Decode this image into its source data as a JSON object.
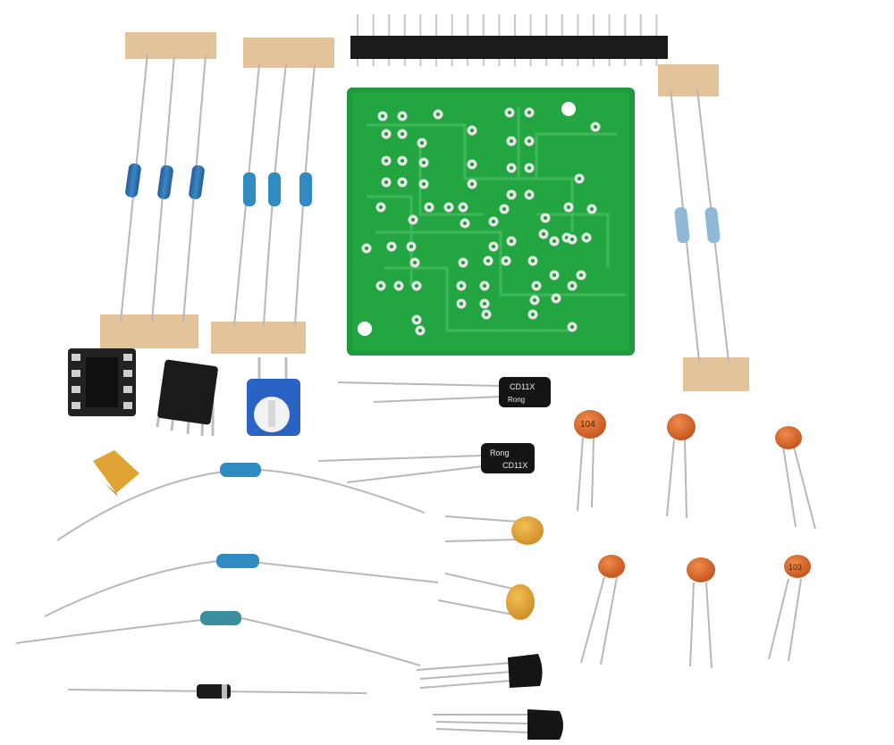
{
  "photo": {
    "electrolytic_capacitor_1_text": "CD11X",
    "electrolytic_capacitor_1_brand": "Rong",
    "electrolytic_capacitor_2_text": "CD11X",
    "electrolytic_capacitor_2_brand": "Rong",
    "ceramic_capacitor_104_text": "104",
    "ceramic_capacitor_103_text": "103",
    "colors": {
      "background": "#ffffff",
      "pcb_green": "#1f9a3c",
      "pcb_trace": "#3fb75a",
      "pad_silver": "#e6e6e6",
      "resistor_blue": "#2c6fb0",
      "ceramic_orange": "#d9692a",
      "tantalum_yellow": "#e0a233",
      "tape_beige": "#e3c49a",
      "black_part": "#1a1a1a",
      "trimmer_blue": "#2a63c4"
    }
  }
}
